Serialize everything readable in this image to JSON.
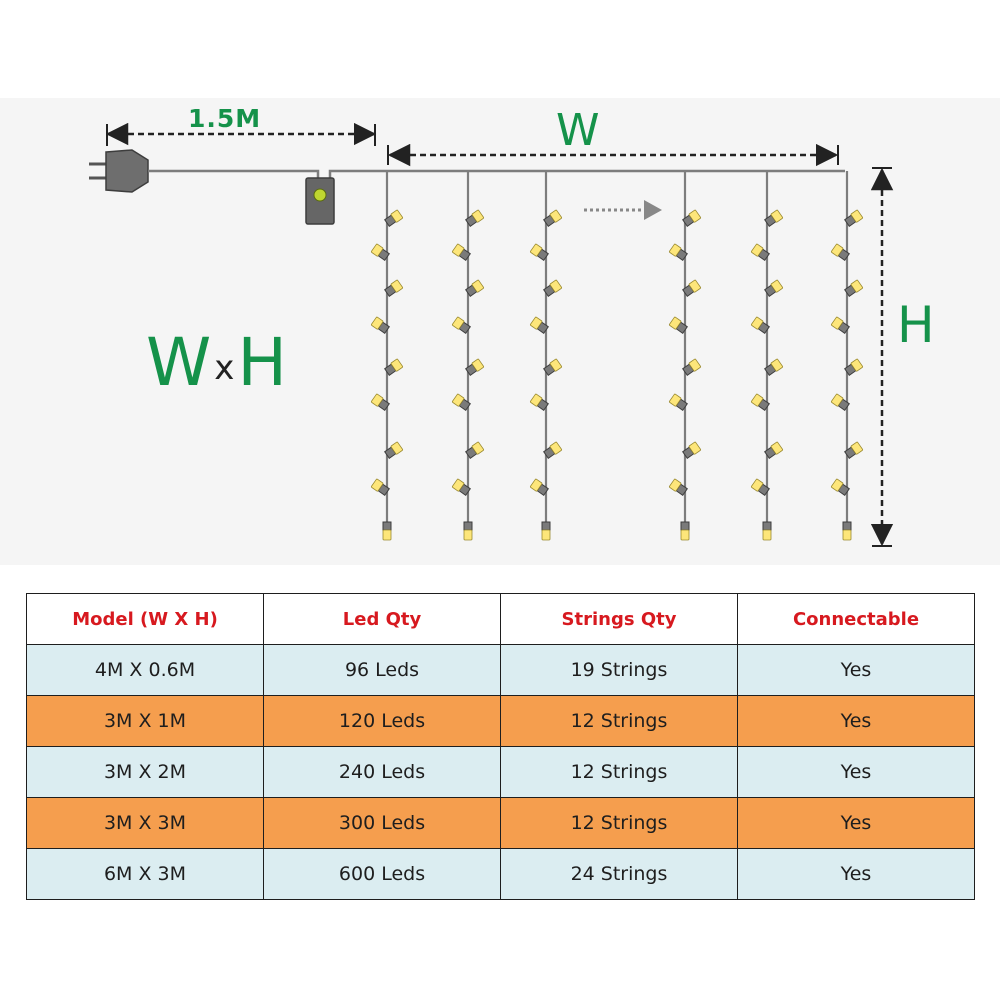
{
  "diagram": {
    "cable_length_label": "1.5M",
    "width_label": "W",
    "height_label": "H",
    "size_formula": {
      "w": "W",
      "x": "x",
      "h": "H"
    },
    "colors": {
      "label_green": "#15924a",
      "panel_gray": "#f5f5f5",
      "wire_gray": "#7d7d7d",
      "bulb_yellow": "#fde67a",
      "controller_gray": "#666666",
      "controller_button": "#bfd630"
    },
    "icons": [
      "plug-icon",
      "controller-box-icon",
      "direction-arrow-icon",
      "led-bulb-icon"
    ]
  },
  "table": {
    "headers": [
      "Model (W X H)",
      "Led Qty",
      "Strings Qty",
      "Connectable"
    ],
    "rows": [
      {
        "model": "4M X 0.6M",
        "leds": "96 Leds",
        "strings": "19 Strings",
        "connectable": "Yes",
        "shade": "light"
      },
      {
        "model": "3M X 1M",
        "leds": "120 Leds",
        "strings": "12 Strings",
        "connectable": "Yes",
        "shade": "orange"
      },
      {
        "model": "3M X 2M",
        "leds": "240 Leds",
        "strings": "12 Strings",
        "connectable": "Yes",
        "shade": "light"
      },
      {
        "model": "3M X 3M",
        "leds": "300 Leds",
        "strings": "12 Strings",
        "connectable": "Yes",
        "shade": "orange"
      },
      {
        "model": "6M X 3M",
        "leds": "600 Leds",
        "strings": "24 Strings",
        "connectable": "Yes",
        "shade": "light"
      }
    ],
    "colors": {
      "header_text": "#d7191f",
      "row_light": "#dbedf1",
      "row_orange": "#f59e4e",
      "border": "#1e1e1e"
    }
  }
}
